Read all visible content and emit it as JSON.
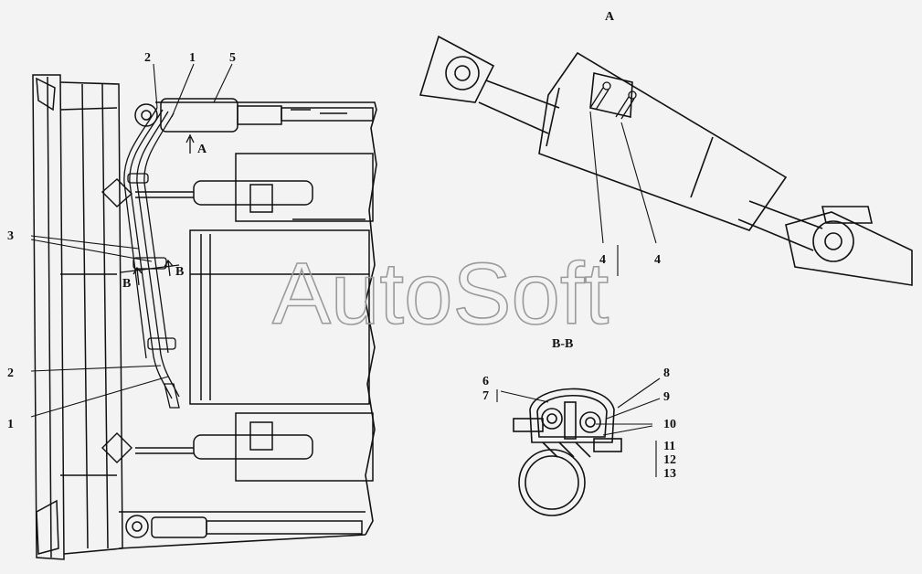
{
  "watermark": "AutoSoft",
  "labels": {
    "main_1_top": "1",
    "main_2_top": "2",
    "main_5": "5",
    "main_arrow_a": "A",
    "main_3": "3",
    "main_b_left": "B",
    "main_b_right": "B",
    "main_2_bottom": "2",
    "main_1_bottom": "1"
  },
  "detail_a": {
    "title": "A",
    "label_4_left": "4",
    "label_4_right": "4"
  },
  "section_bb": {
    "title": "B-B",
    "label_6": "6",
    "label_7": "7",
    "label_8": "8",
    "label_9": "9",
    "label_10": "10",
    "label_11": "11",
    "label_12": "12",
    "label_13": "13"
  }
}
